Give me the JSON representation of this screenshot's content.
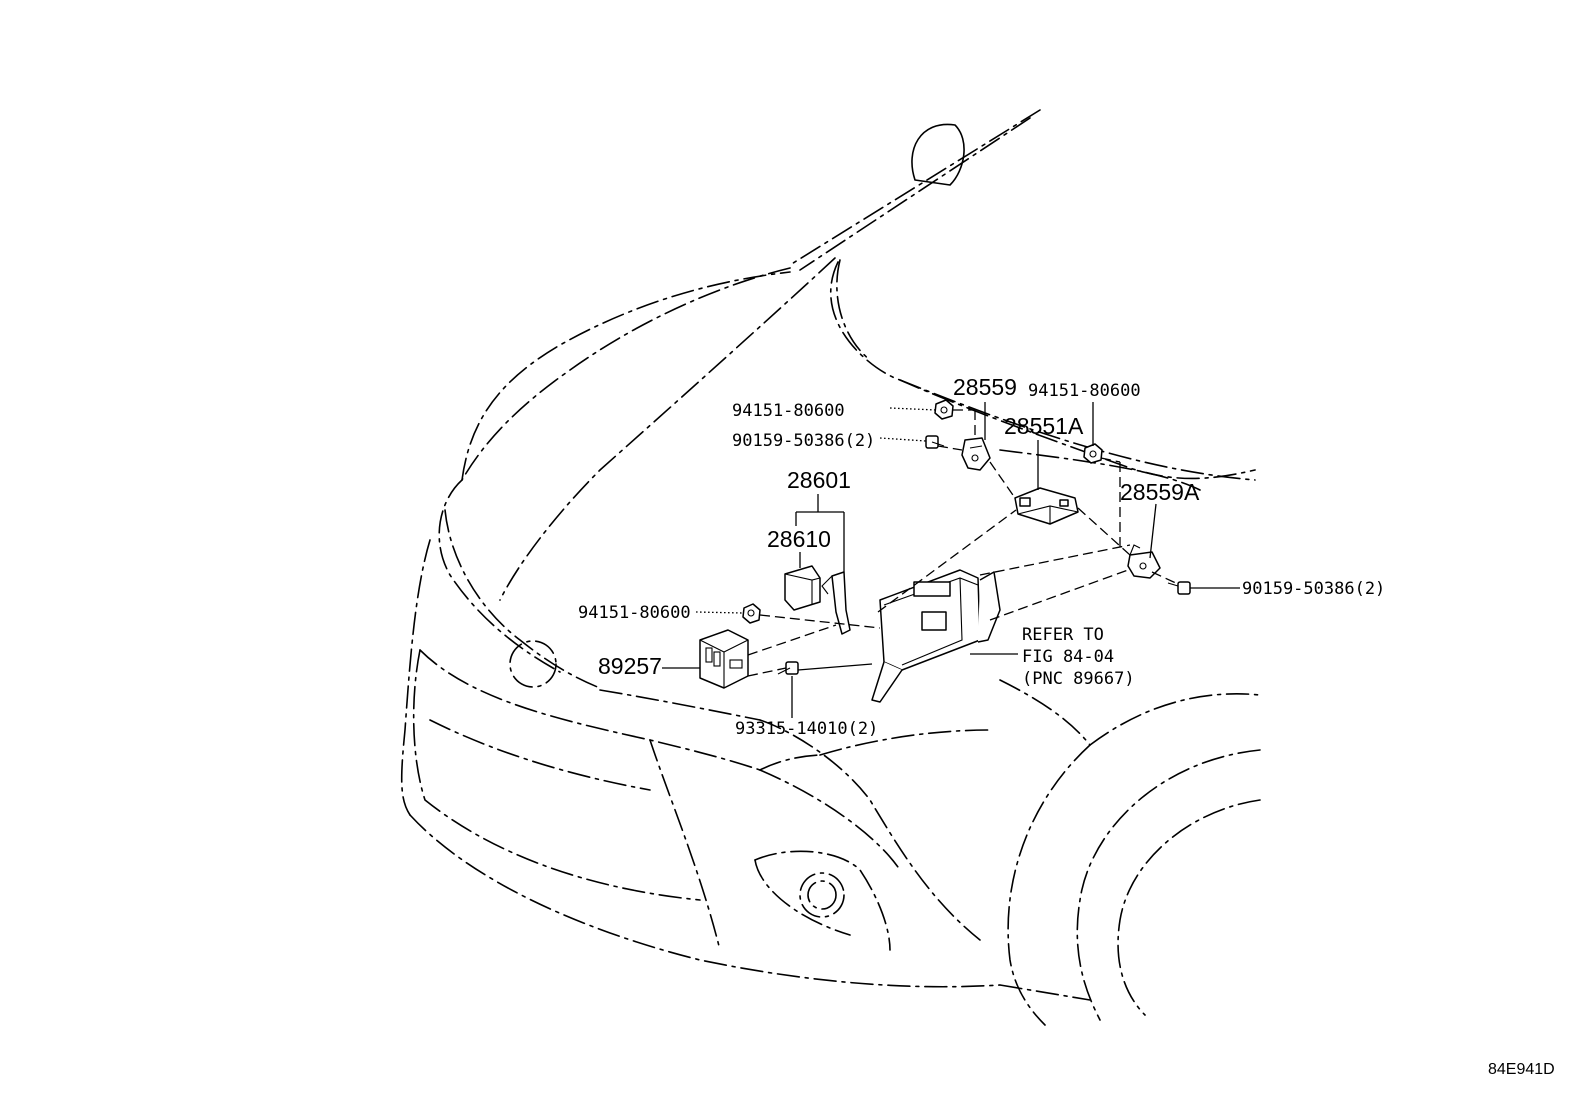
{
  "diagram": {
    "figure_code": "84E941D",
    "labels": {
      "bolt_upper_left": "90159-50386(2)",
      "nut_upper_left": "94151-80600",
      "bracket_upper": "28559",
      "nut_upper_right": "94151-80600",
      "relay_box": "28551A",
      "bracket_lower": "28559A",
      "bolt_right": "90159-50386(2)",
      "relay_assy": "28601",
      "relay": "28610",
      "nut_left": "94151-80600",
      "sensor_module": "89257",
      "bolt_lower": "93315-14010(2)",
      "refer_line1": "REFER TO",
      "refer_line2": "FIG 84-04",
      "refer_line3": "(PNC 89667)"
    }
  }
}
